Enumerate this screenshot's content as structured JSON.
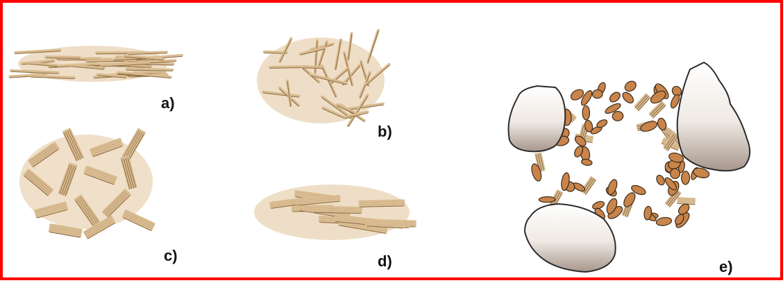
{
  "labels": {
    "a": "a)",
    "b": "b)",
    "c": "c)",
    "d": "d)",
    "e": "e)"
  },
  "colors": {
    "border": "#ff0000",
    "halo": "#ecd8bd",
    "clay_light": "#d9bc91",
    "clay_edge": "#8c6b46",
    "silt": "#c8844a",
    "rock_fill": "#ece6e0",
    "rock_edge": "#2b2b2b"
  }
}
